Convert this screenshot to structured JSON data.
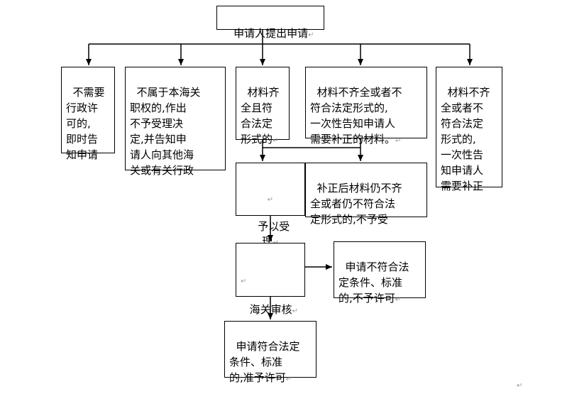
{
  "nodes": {
    "start": {
      "text": "申请人提出申请"
    },
    "no_permit": {
      "text": "不需要\n行政许\n可的,\n即时告\n知申请"
    },
    "not_customs": {
      "text": "不属于本海关\n职权的,作出\n不予受理决\n定,并告知申\n请人向其他海\n关或有关行政"
    },
    "complete": {
      "text": "材料齐\n全且符\n合法定\n形式的"
    },
    "incomplete_notify": {
      "text": "材料不齐全或者不\n符合法定形式的,\n一次性告知申请人\n需要补正的材料。"
    },
    "incomplete_right": {
      "text": "材料不齐\n全或者不\n符合法定\n形式的,\n一次性告\n知申请人\n需要补正"
    },
    "accept": {
      "text": "予以受\n理"
    },
    "still_incomplete": {
      "text": "补正后材料仍不齐\n全或者仍不符合法\n定形式的,不予受"
    },
    "review": {
      "text": "海关审核"
    },
    "deny": {
      "text": "申请不符合法\n定条件、标准\n的,不予许可"
    },
    "grant": {
      "text": "申请符合法定\n条件、标准\n的,准予许可"
    }
  },
  "marks": {
    "para": "↵"
  }
}
